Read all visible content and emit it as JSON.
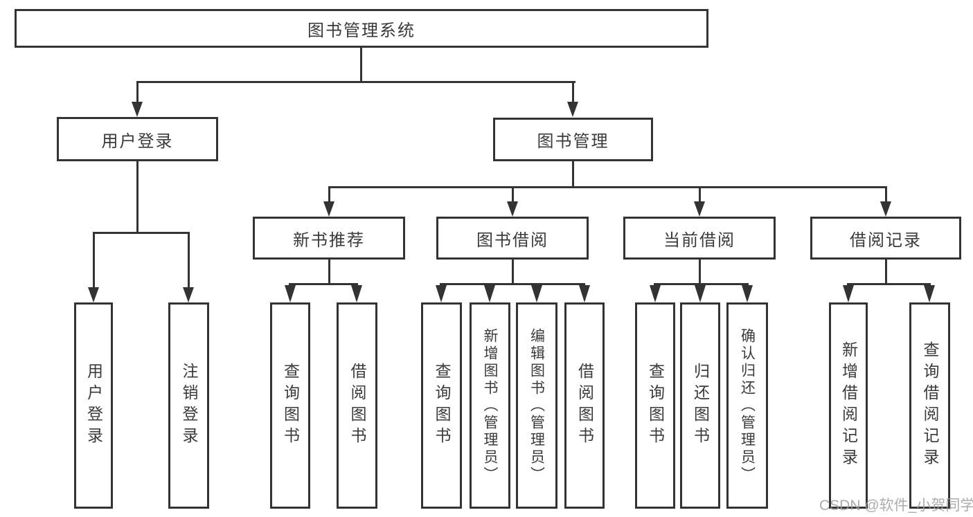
{
  "colors": {
    "line": "#333333",
    "text": "#3a3a3a",
    "background": "#ffffff",
    "watermark": "#9e9e9e"
  },
  "root": {
    "label": "图书管理系统"
  },
  "user_branch": {
    "label": "用户登录",
    "leaves": [
      {
        "label": "用户登录"
      },
      {
        "label": "注销登录"
      }
    ]
  },
  "book_branch": {
    "label": "图书管理",
    "sections": [
      {
        "label": "新书推荐",
        "leaves": [
          {
            "label": "查询图书"
          },
          {
            "label": "借阅图书"
          }
        ]
      },
      {
        "label": "图书借阅",
        "leaves": [
          {
            "label": "查询图书"
          },
          {
            "label": "新增图书（管理员）"
          },
          {
            "label": "编辑图书（管理员）"
          },
          {
            "label": "借阅图书"
          }
        ]
      },
      {
        "label": "当前借阅",
        "leaves": [
          {
            "label": "查询图书"
          },
          {
            "label": "归还图书"
          },
          {
            "label": "确认归还（管理员）"
          }
        ]
      },
      {
        "label": "借阅记录",
        "leaves": [
          {
            "label": "新增借阅记录"
          },
          {
            "label": "查询借阅记录"
          }
        ]
      }
    ]
  },
  "watermark": {
    "text": "CSDN @软件_小贺同学"
  }
}
